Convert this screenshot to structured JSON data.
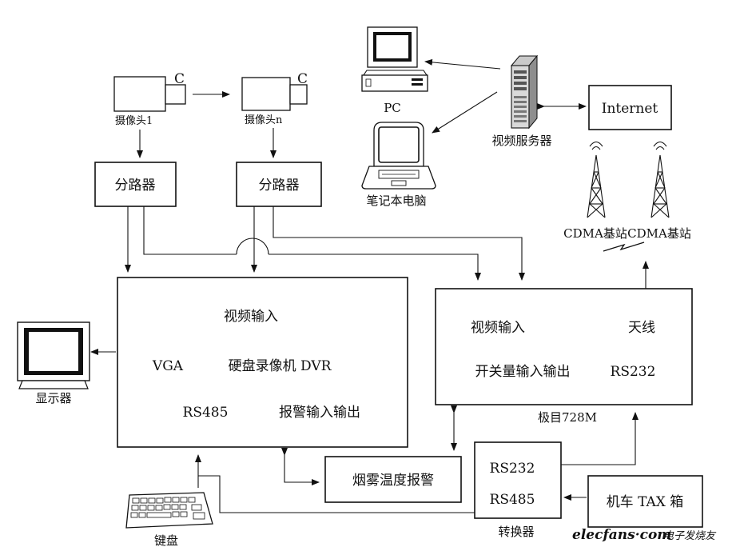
{
  "nodes": {
    "camera1_label": "摄像头1",
    "cameran_label": "摄像头n",
    "camera_c": "C",
    "splitter1": "分路器",
    "splitter2": "分路器",
    "pc_label": "PC",
    "laptop_label": "笔记本电脑",
    "server_label": "视频服务器",
    "internet": "Internet",
    "cdma1": "CDMA基站",
    "cdma2": "CDMA基站",
    "monitor_label": "显示器",
    "dvr": {
      "video_in": "视频输入",
      "vga": "VGA",
      "title": "硬盘录像机 DVR",
      "rs485": "RS485",
      "alarm_io": "报警输入输出"
    },
    "m728": {
      "video_in": "视频输入",
      "antenna": "天线",
      "switch_io": "开关量输入输出",
      "rs232": "RS232",
      "caption": "极目728M"
    },
    "smoke_alarm": "烟雾温度报警",
    "converter": {
      "rs232": "RS232",
      "rs485": "RS485",
      "caption": "转换器"
    },
    "tax_box": "机车 TAX 箱",
    "keyboard_label": "键盘"
  },
  "watermark": {
    "brand": "elecfans·com",
    "cn": "电子发烧友"
  },
  "colors": {
    "line": "#111111",
    "watermark_red": "#d42a1e",
    "screen_dark": "#111111"
  }
}
